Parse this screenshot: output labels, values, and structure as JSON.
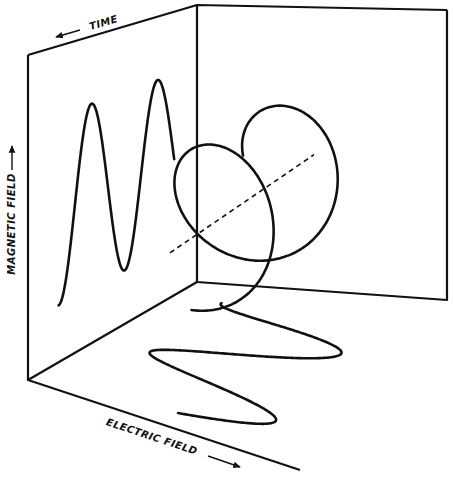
{
  "diagram": {
    "labels": [
      "TIME",
      "MAGNETIC FIELD",
      "ELECTRIC FIELD"
    ]
  }
}
